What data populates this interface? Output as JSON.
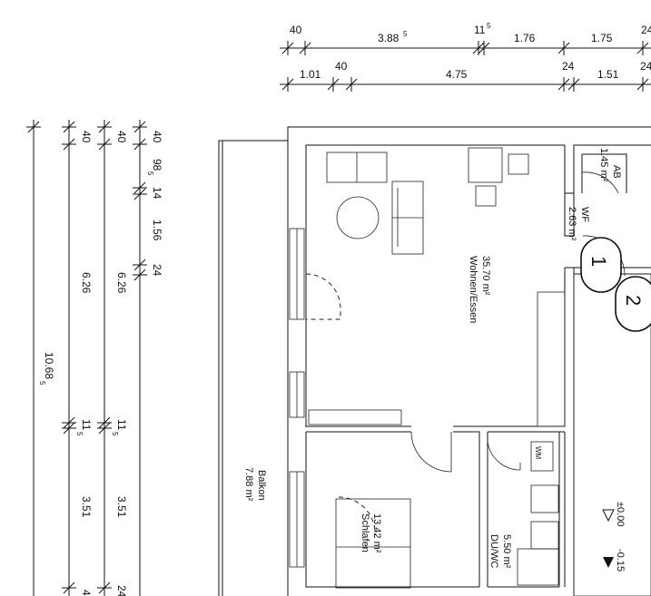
{
  "dimensions": {
    "top_row_1": [
      {
        "label": "40"
      },
      {
        "label": "3.88",
        "sup": "5"
      },
      {
        "label": "11",
        "sup": "5"
      },
      {
        "label": "1.76"
      },
      {
        "label": "1.75"
      },
      {
        "label": "24"
      }
    ],
    "top_row_2": [
      {
        "label": "1.01"
      },
      {
        "label": "40"
      },
      {
        "label": "4.75"
      },
      {
        "label": "24"
      },
      {
        "label": "1.51"
      },
      {
        "label": "24"
      }
    ],
    "left_col_1": [
      {
        "label": "10.68",
        "sup": "5"
      }
    ],
    "left_col_2": [
      {
        "label": "40"
      },
      {
        "label": "6.26"
      },
      {
        "label": "11",
        "sup": "5"
      },
      {
        "label": "3.51"
      },
      {
        "label": "4"
      }
    ],
    "left_col_3": [
      {
        "label": "40"
      },
      {
        "label": "6.26"
      },
      {
        "label": "11",
        "sup": "5"
      },
      {
        "label": "3.51"
      },
      {
        "label": "24"
      }
    ],
    "left_col_4": [
      {
        "label": "40"
      },
      {
        "label": "98",
        "sup": "5"
      },
      {
        "label": "14"
      },
      {
        "label": "1.56"
      },
      {
        "label": "24"
      }
    ]
  },
  "rooms": {
    "wohnen": {
      "area": "35.70 m²",
      "name": "Wohnen/Essen"
    },
    "ab": {
      "area": "1.45 m²",
      "name": "AB"
    },
    "wf": {
      "area": "2.63 m²",
      "name": "WF"
    },
    "balkon": {
      "area": "7.88 m²",
      "name": "Balkon"
    },
    "schlafen": {
      "area": "13.42 m²",
      "name": "Schlafen"
    },
    "duwc": {
      "area": "5.50 m²",
      "name": "DU/WC"
    }
  },
  "markers": {
    "unit_1": "1",
    "unit_2": "2",
    "level_zero": "±0.00",
    "level_minus": "-0.15",
    "wm": "WM"
  }
}
